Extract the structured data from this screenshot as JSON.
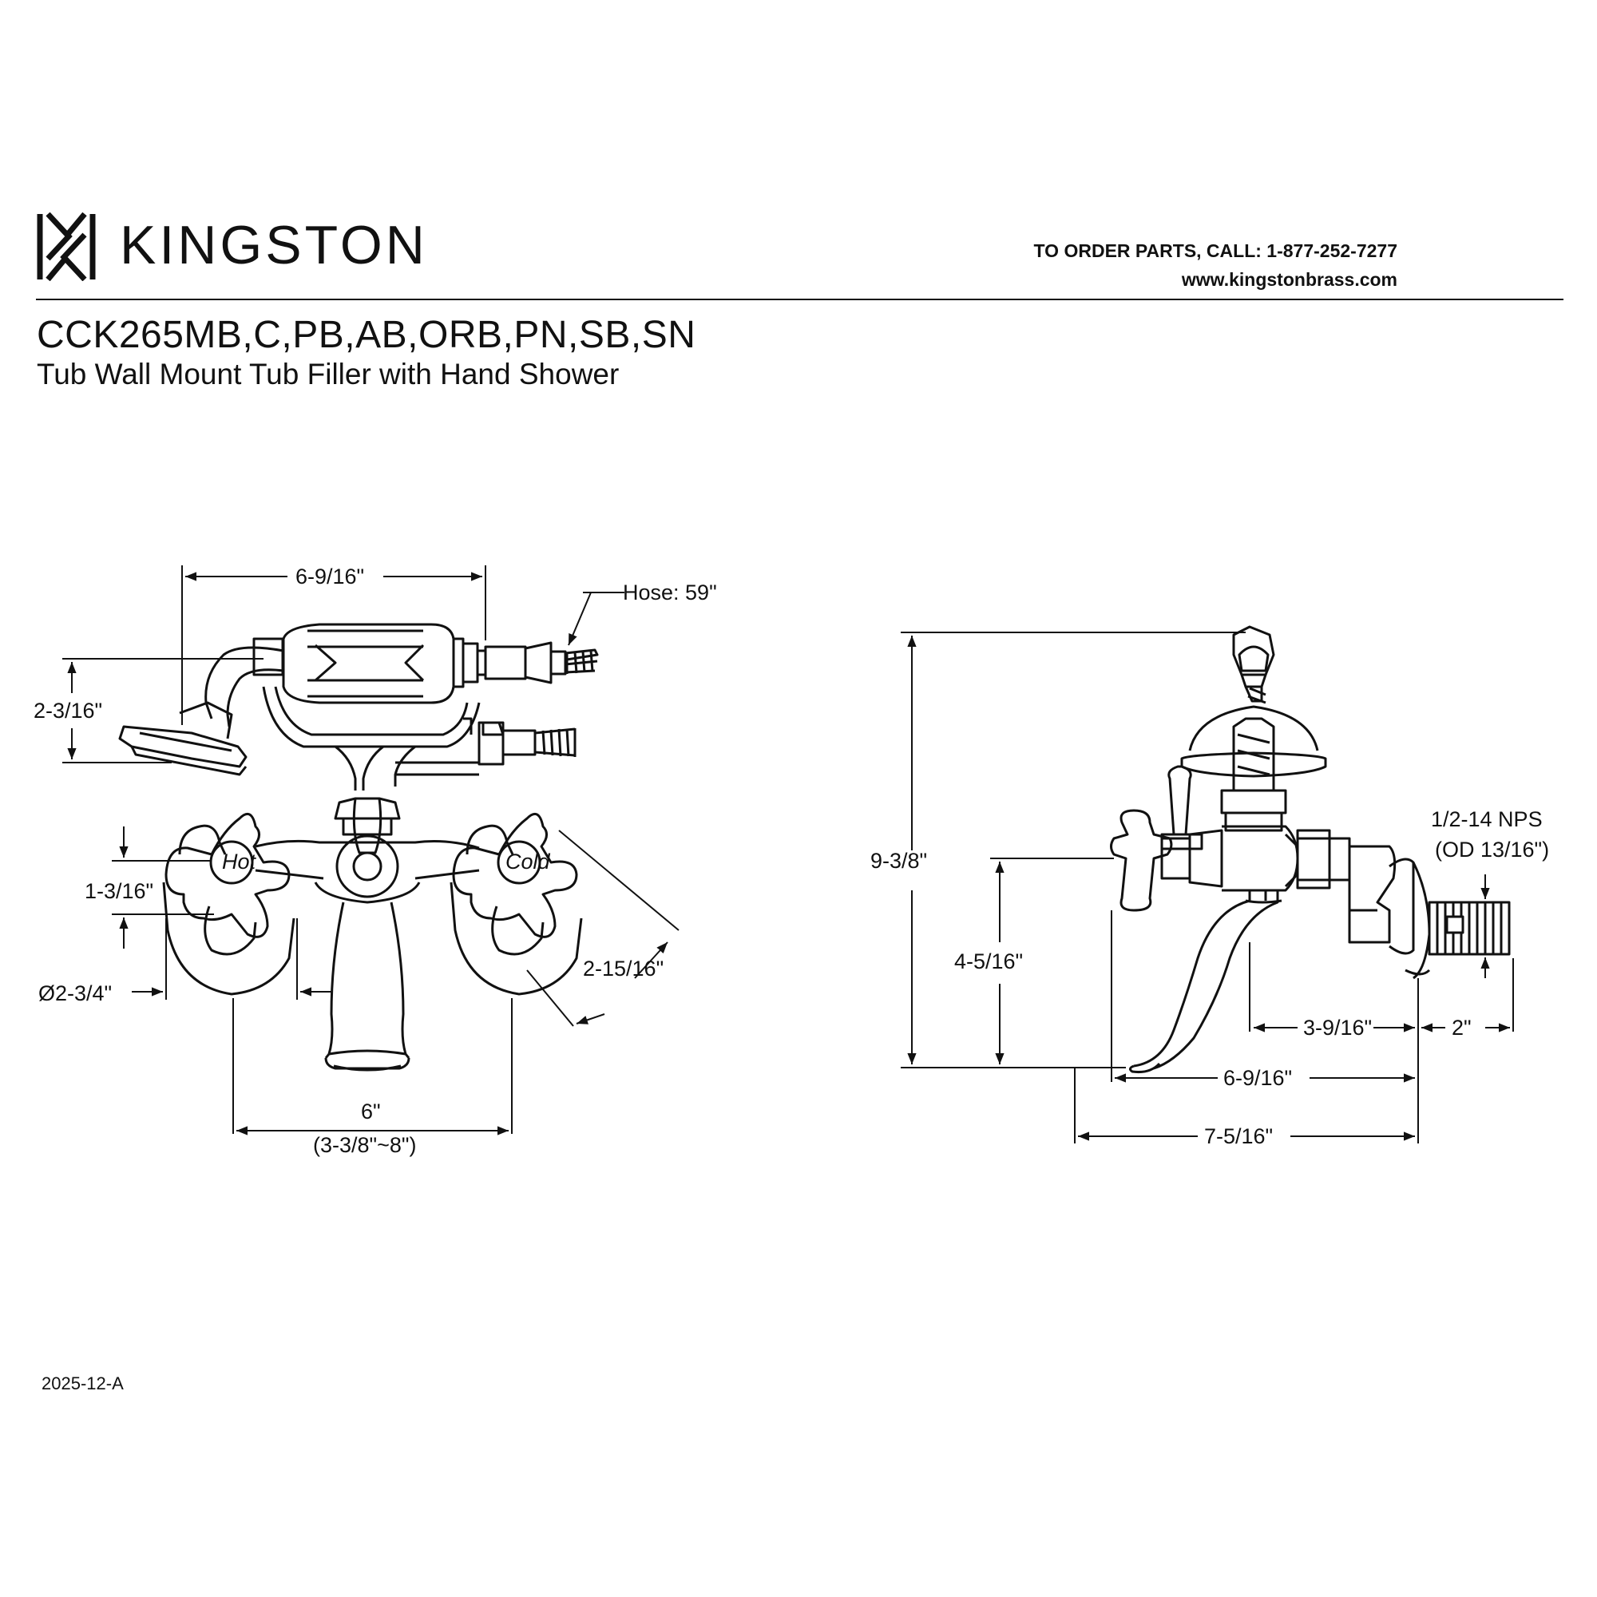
{
  "header": {
    "brand": "KINGSTON",
    "contact_line": "TO ORDER PARTS, CALL: 1-877-252-7277",
    "website": "www.kingstonbrass.com"
  },
  "product": {
    "model": "CCK265MB,C,PB,AB,ORB,PN,SB,SN",
    "description": "Tub Wall Mount Tub Filler with Hand Shower"
  },
  "front_view": {
    "handle_hot": "Hot",
    "handle_cold": "Cold",
    "dimensions": {
      "width_handset": "6-9/16\"",
      "hose": "Hose: 59\"",
      "shower_head_height": "2-3/16\"",
      "handle_height": "1-3/16\"",
      "handle_diameter": "Ø2-3/4\"",
      "handle_span": "2-15/16\"",
      "center_spacing": "6\"",
      "center_range": "(3-3/8\"~8\")"
    }
  },
  "side_view": {
    "dimensions": {
      "overall_height": "9-3/8\"",
      "spout_height": "4-5/16\"",
      "thread_spec": "1/2-14 NPS",
      "thread_od": "(OD 13/16\")",
      "body_depth": "3-9/16\"",
      "shank_length": "2\"",
      "spout_reach": "6-9/16\"",
      "overall_depth": "7-5/16\""
    }
  },
  "footer": {
    "revision": "2025-12-A"
  }
}
